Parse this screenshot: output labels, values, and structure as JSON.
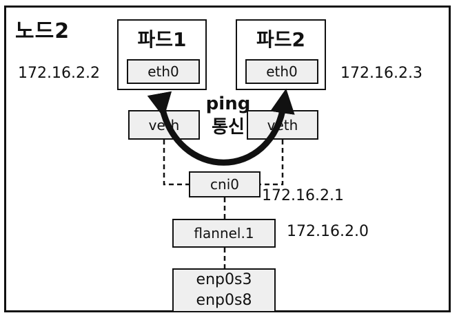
{
  "node": {
    "title": "노드2"
  },
  "pods": [
    {
      "title": "파드1",
      "iface": "eth0",
      "ip": "172.16.2.2"
    },
    {
      "title": "파드2",
      "iface": "eth0",
      "ip": "172.16.2.3"
    }
  ],
  "veth": [
    "veth",
    "veth"
  ],
  "ping": {
    "line1": "ping",
    "line2": "통신"
  },
  "cni0": {
    "label": "cni0",
    "ip": "172.16.2.1"
  },
  "flannel": {
    "label": "flannel.1",
    "ip": "172.16.2.0"
  },
  "nic": {
    "line1": "enp0s3",
    "line2": "enp0s8"
  }
}
